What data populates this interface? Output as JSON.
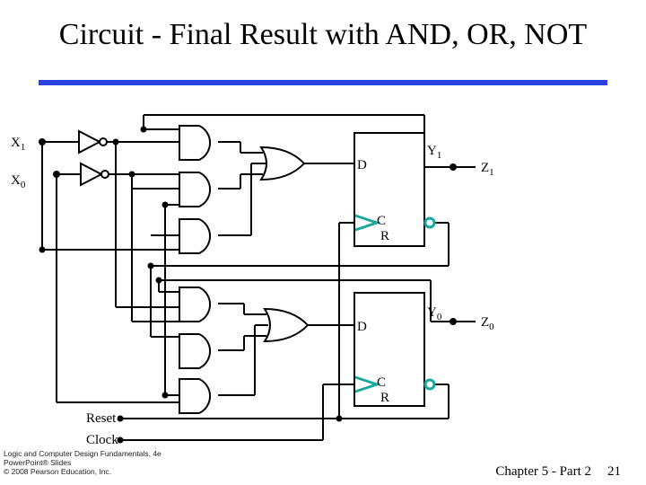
{
  "title": "Circuit - Final Result with AND, OR, NOT",
  "inputs": {
    "x1": "X",
    "x1_sub": "1",
    "x0": "X",
    "x0_sub": "0"
  },
  "flipflops": {
    "top": {
      "d": "D",
      "c": "C",
      "r": "R",
      "q": "Y",
      "q_sub": "1",
      "out": "Z",
      "out_sub": "1"
    },
    "bottom": {
      "d": "D",
      "c": "C",
      "r": "R",
      "q": "Y",
      "q_sub": "0",
      "out": "Z",
      "out_sub": "0"
    }
  },
  "signals": {
    "reset": "Reset",
    "clock": "Clock"
  },
  "footer": {
    "line1": "Logic and Computer Design Fundamentals, 4e",
    "line2": "PowerPoint® Slides",
    "line3": "© 2008 Pearson Education, Inc.",
    "chapter": "Chapter 5 - Part 2",
    "page": "21"
  },
  "colors": {
    "rule": "#2b3ee0",
    "clock_triangle": "#1aa7a0",
    "bubble": "#1aa7a0"
  }
}
